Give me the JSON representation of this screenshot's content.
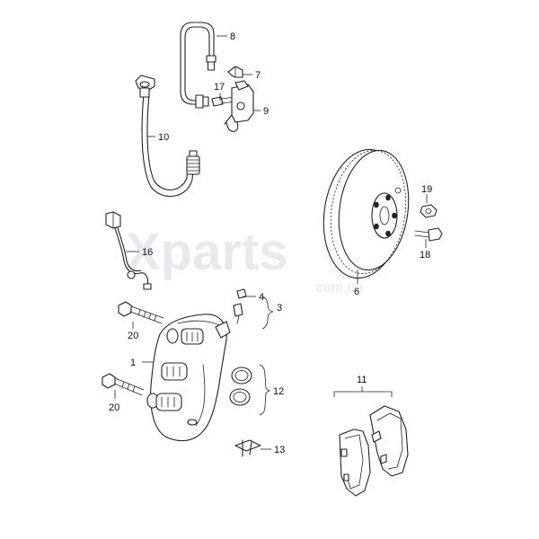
{
  "watermark": {
    "main": "Xparts",
    "sub": "com.ua"
  },
  "callouts": {
    "c1": "1",
    "c3": "3",
    "c4": "4",
    "c6": "6",
    "c7": "7",
    "c8": "8",
    "c9": "9",
    "c10": "10",
    "c11": "11",
    "c12": "12",
    "c13": "13",
    "c16": "16",
    "c17": "17",
    "c18": "18",
    "c19": "19",
    "c20a": "20",
    "c20b": "20"
  }
}
